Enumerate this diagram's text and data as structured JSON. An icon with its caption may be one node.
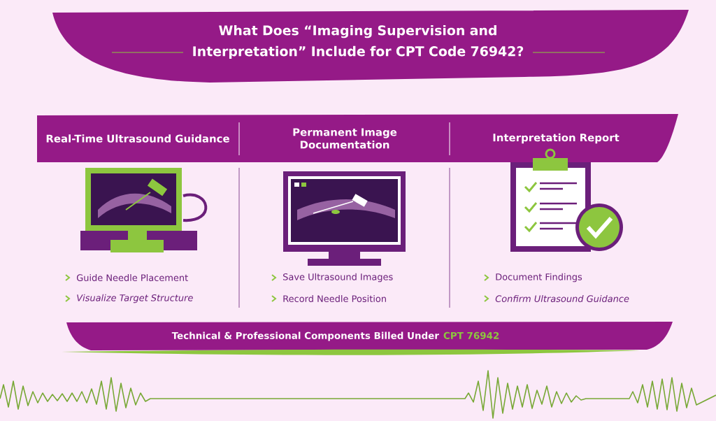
{
  "diagram": {
    "title": "What Does “Imaging Supervision and Interpretation” Include for CPT Code 76942?",
    "nodes": [
      {
        "text": [
          "Real-Time Ultrasound Guidance"
        ]
      },
      {
        "text": [
          "Permanent Image Documentation"
        ]
      },
      {
        "text": [
          "Interpretation Report"
        ]
      },
      {
        "text": [
          "Technical & Professional Components Billed Under",
          "CPT 76942"
        ]
      }
    ],
    "labels": [
      "Guide Needle Placement",
      "Visualize Target Structure",
      "Save Ultrasound Images",
      "Record Needle Position",
      "Document Findings",
      "Confirm Ultrasound Guidance"
    ]
  }
}
